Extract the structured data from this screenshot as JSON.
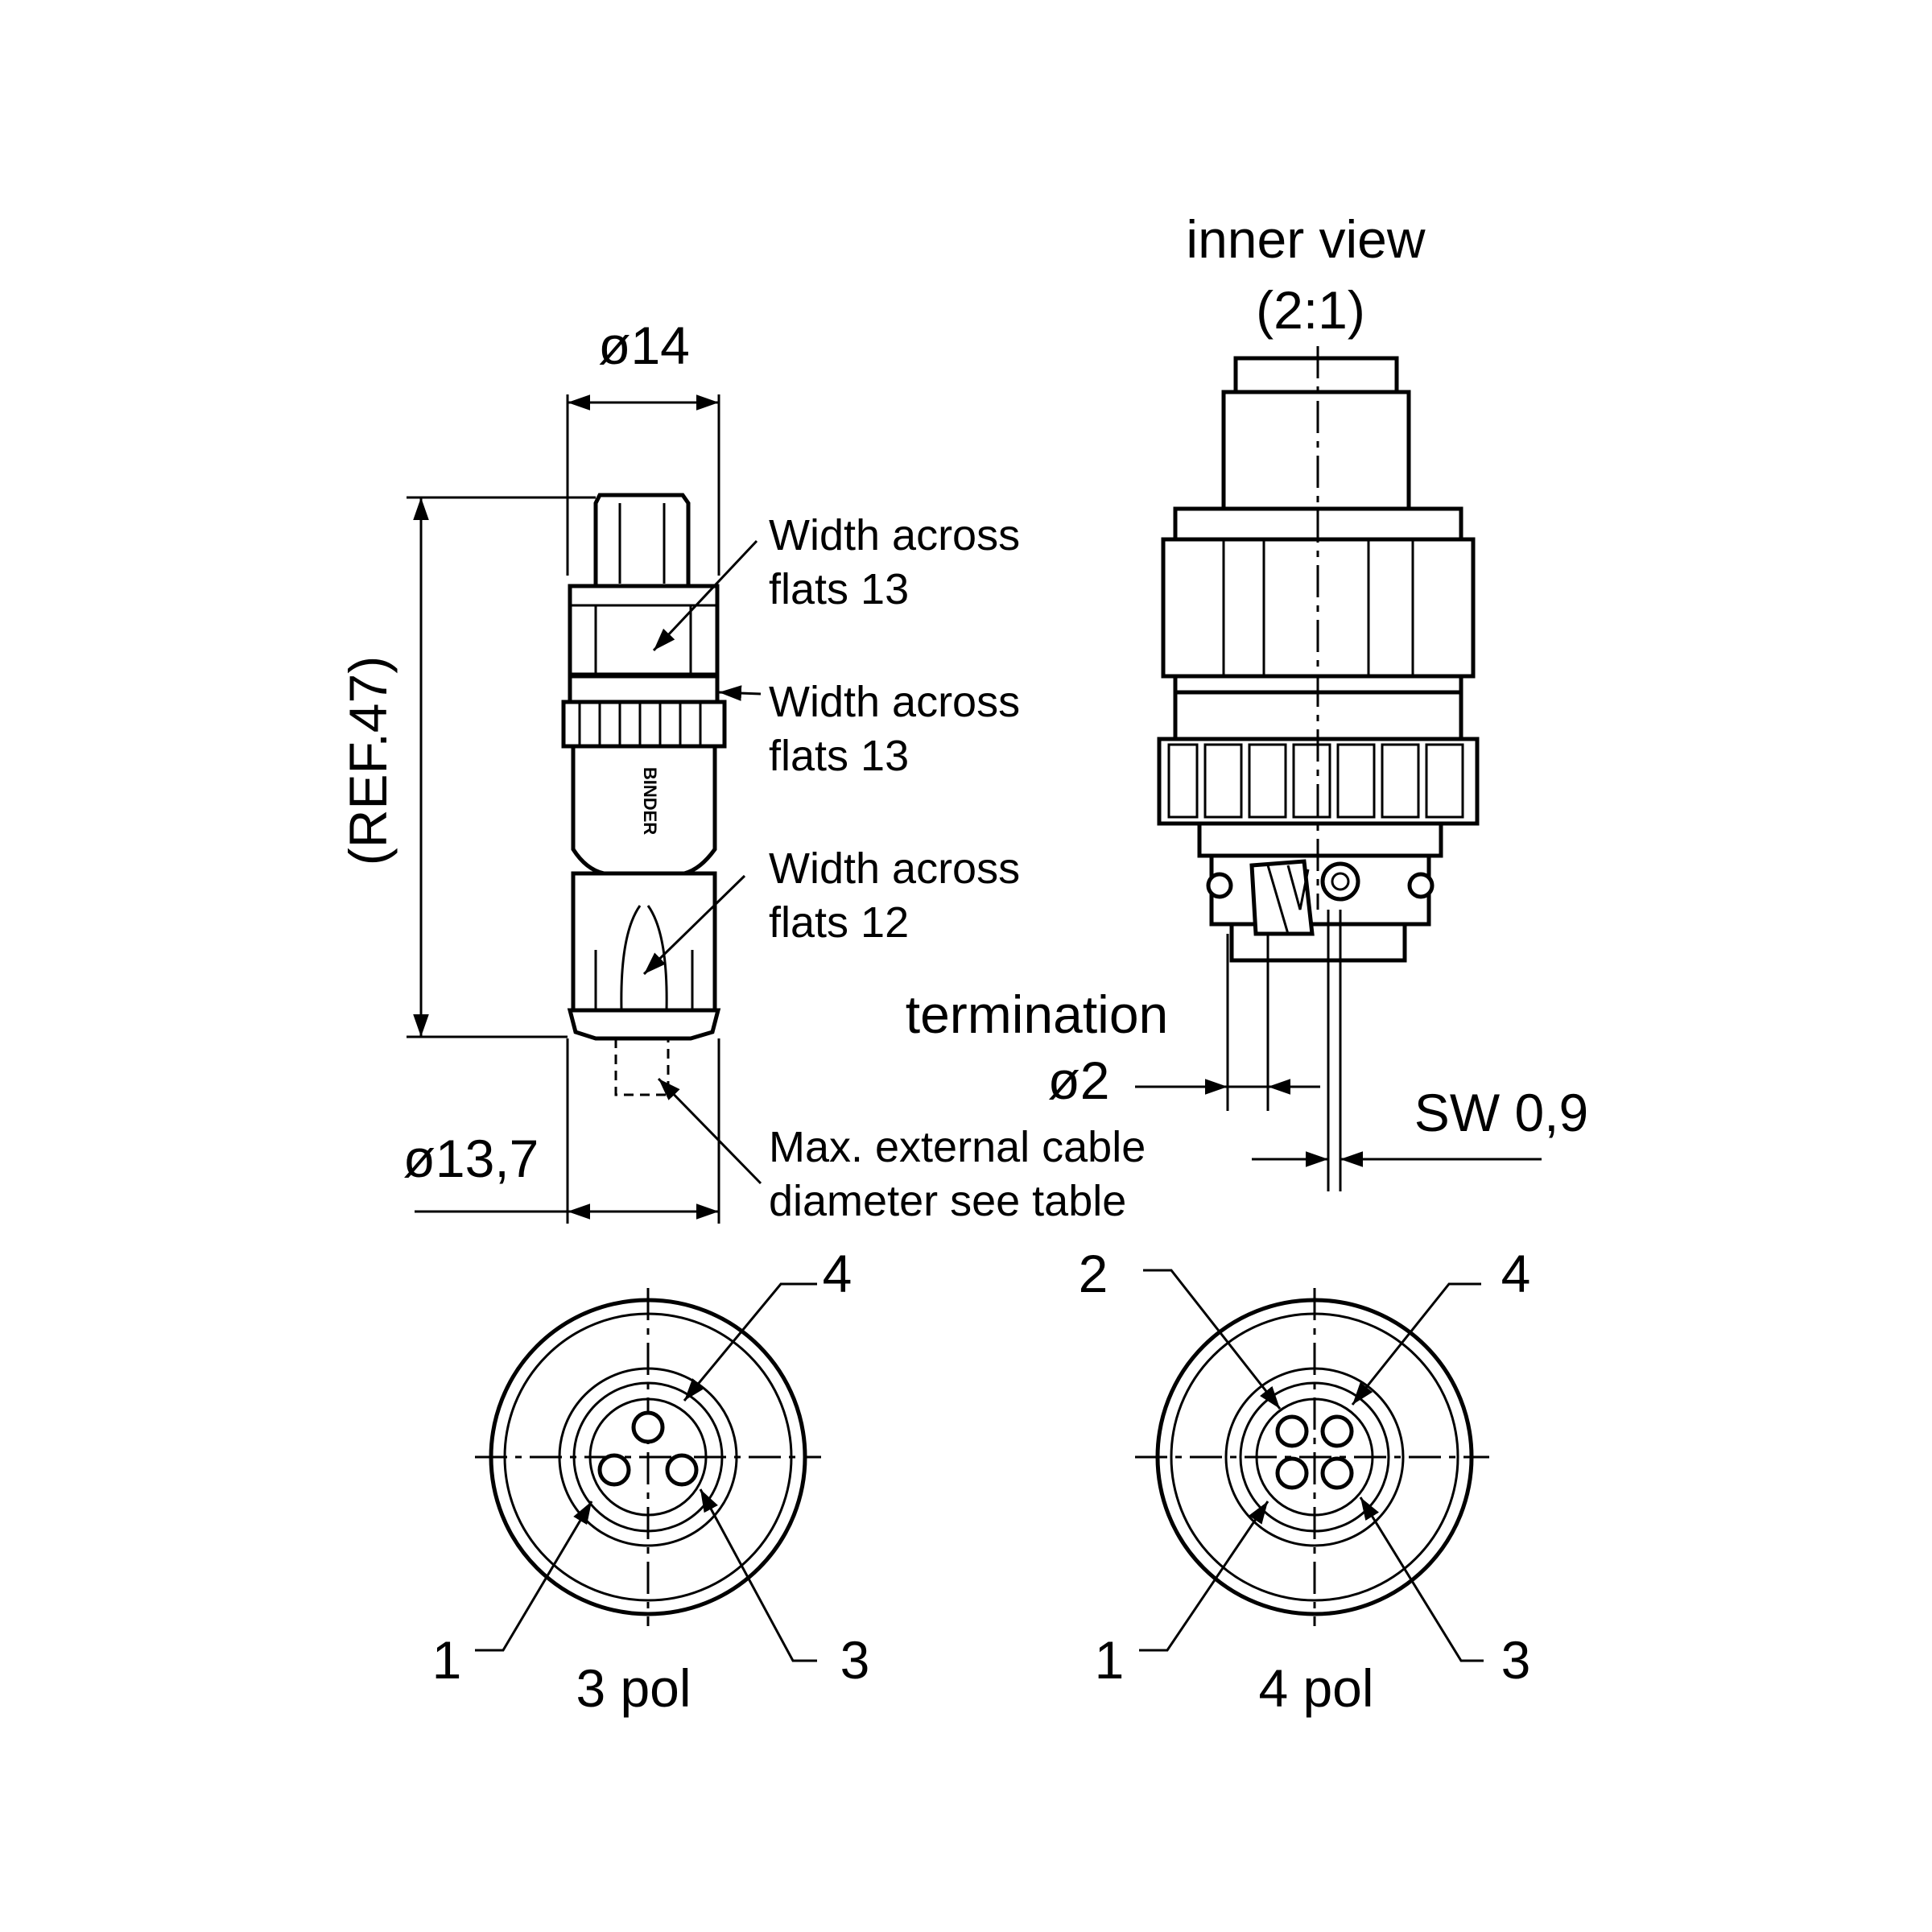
{
  "dimensions": {
    "dia_top": "ø14",
    "ref_length": "(REF.47)",
    "dia_bottom": "ø13,7",
    "dia_termination": "ø2",
    "sw": "SW 0,9"
  },
  "callouts": {
    "waf1_line1": "Width across",
    "waf1_line2": "flats 13",
    "waf2_line1": "Width across",
    "waf2_line2": "flats 13",
    "waf3_line1": "Width across",
    "waf3_line2": "flats 12",
    "cable_line1": "Max. external cable",
    "cable_line2": "diameter see table"
  },
  "inner_view": {
    "title": "inner view",
    "scale": "(2:1)",
    "termination": "termination"
  },
  "logo_text": "BINDER",
  "face_3pol": {
    "caption": "3 pol",
    "pins": [
      "1",
      "3",
      "4"
    ]
  },
  "face_4pol": {
    "caption": "4 pol",
    "pins": [
      "1",
      "2",
      "3",
      "4"
    ]
  }
}
